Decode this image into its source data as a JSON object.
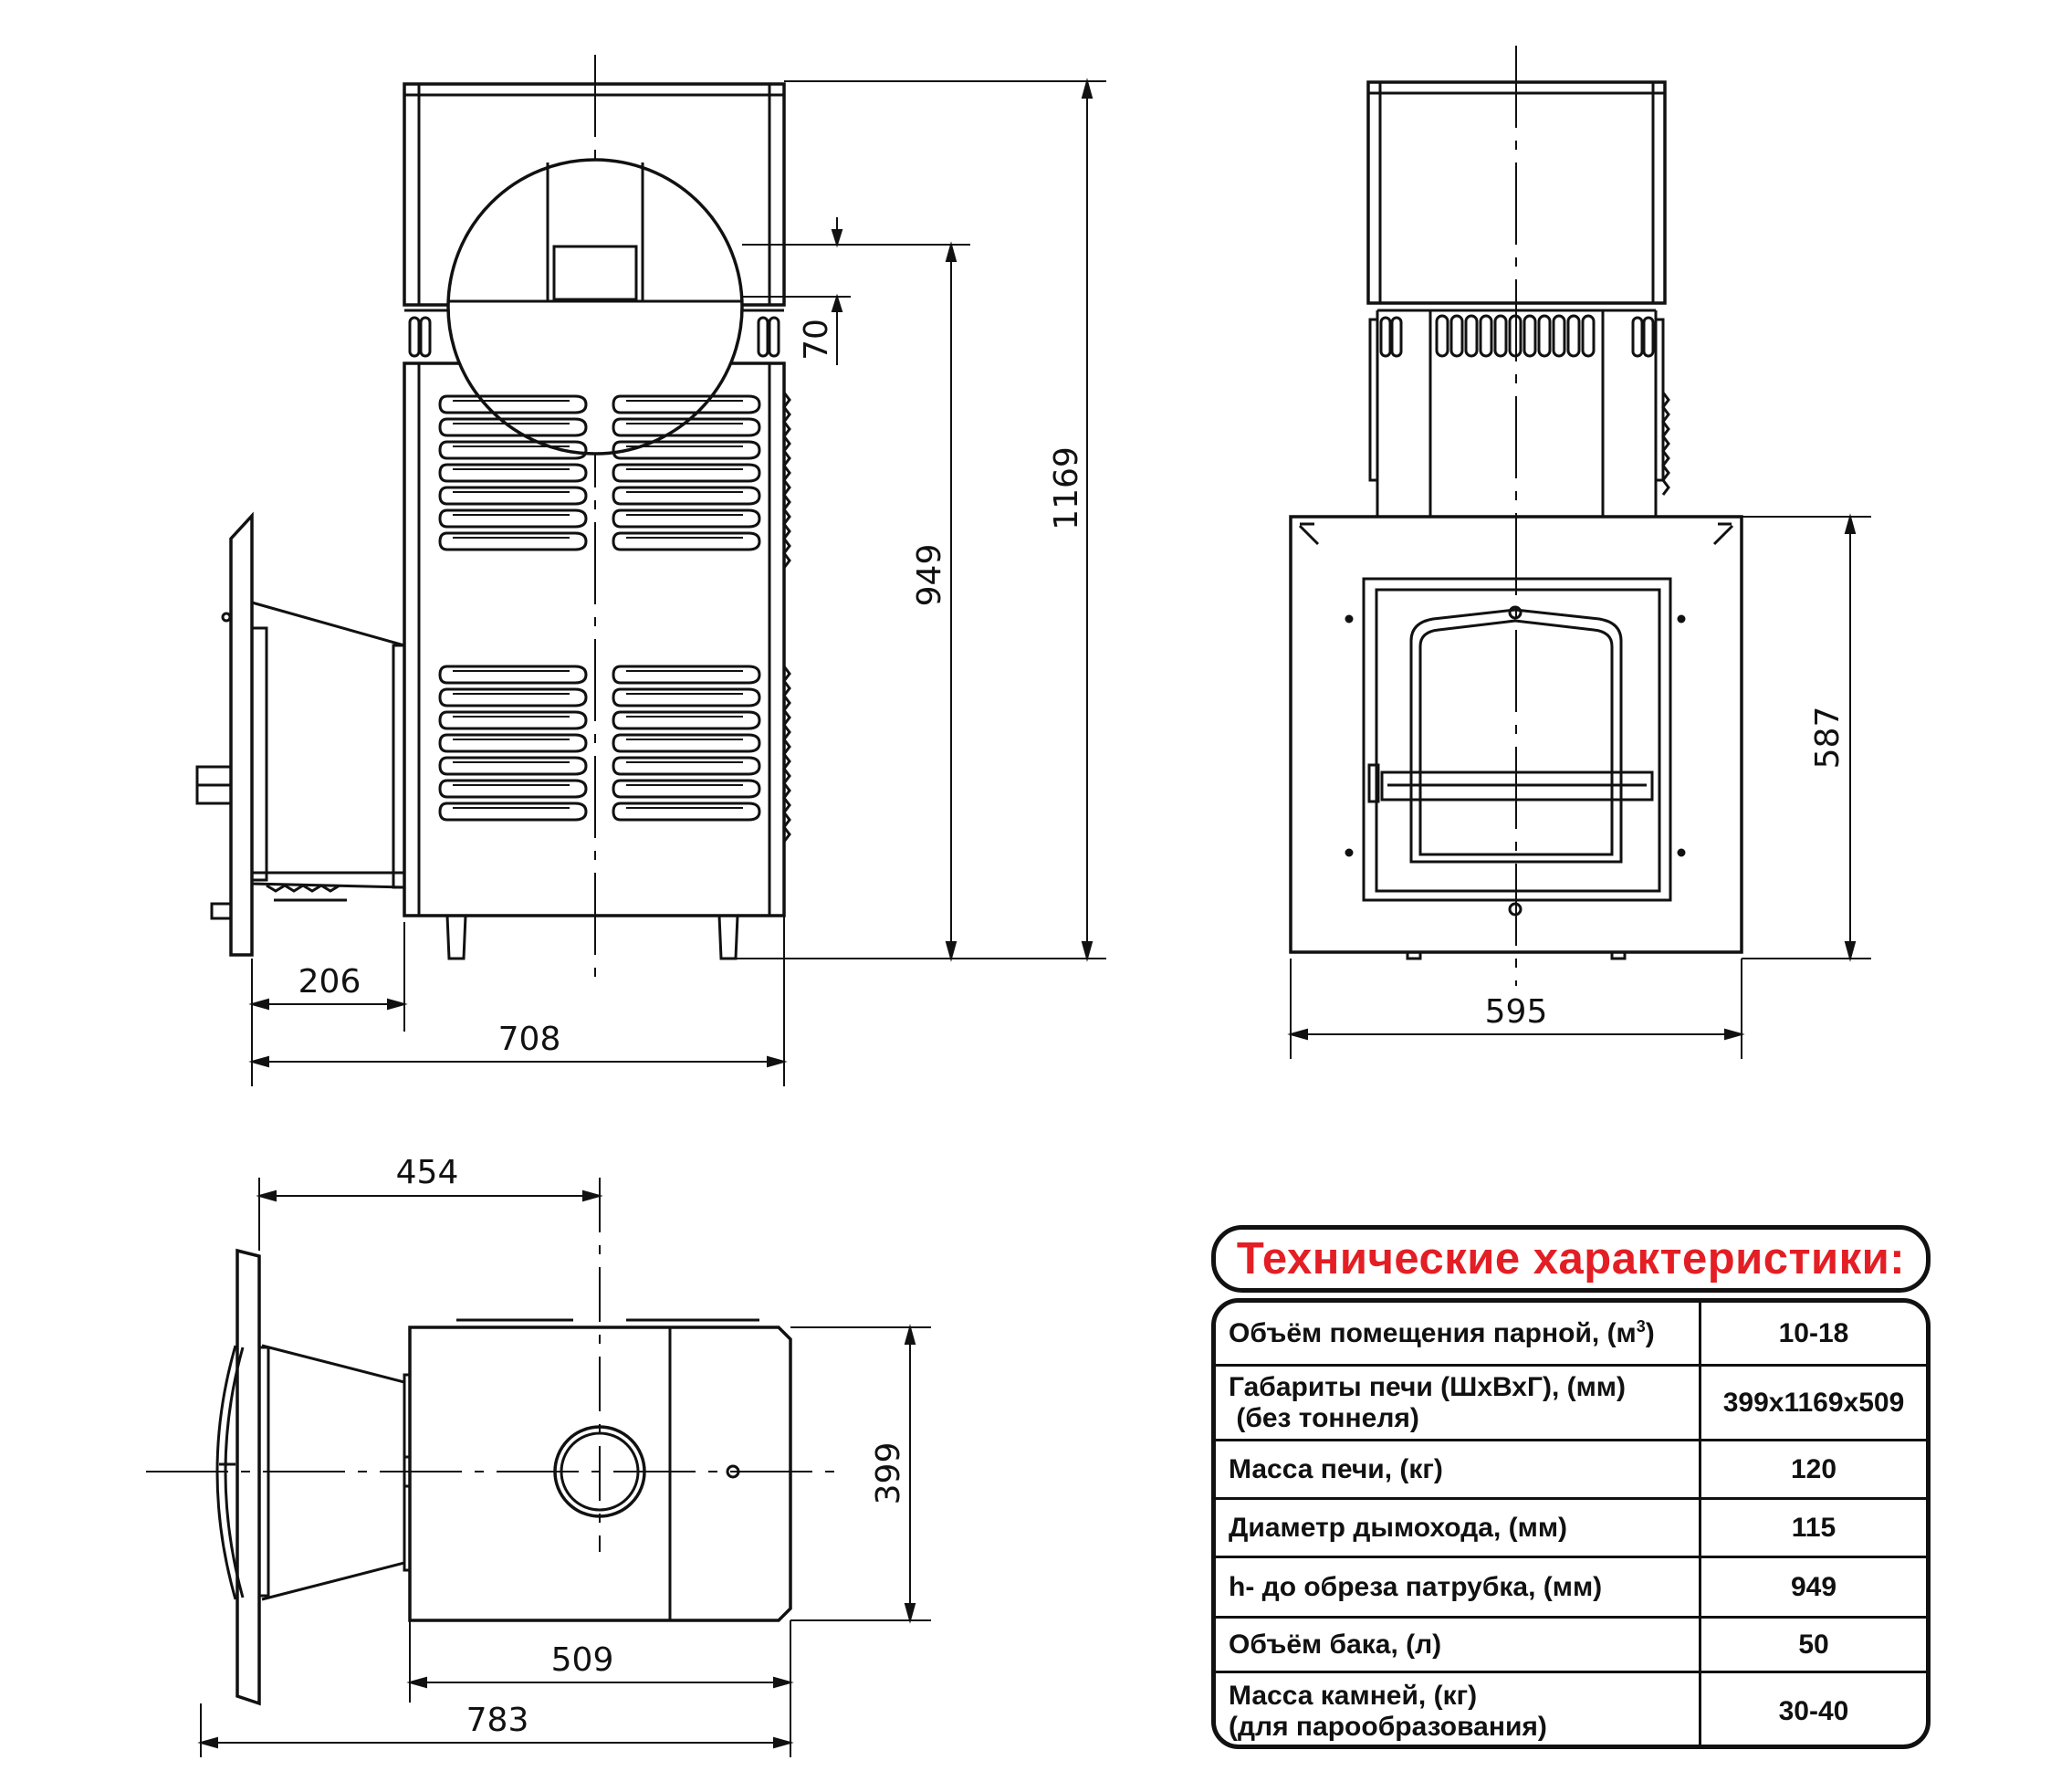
{
  "dimensions": {
    "side_tunnel": "206",
    "side_total_width": "708",
    "side_pipe_height": "949",
    "side_total_height": "1169",
    "side_pipe_offset": "70",
    "front_width": "595",
    "front_panel_height": "587",
    "top_axis_offset": "454",
    "top_depth": "509",
    "top_total_length": "783",
    "top_width": "399"
  },
  "specs": {
    "title": "Технические характеристики:",
    "rows": [
      {
        "label": "Объём помещения парной, (м",
        "label_sup": "3",
        "label_tail": ")",
        "label2": "",
        "value": "10-18"
      },
      {
        "label": "Габариты печи (ШхВхГ), (мм)",
        "label_sup": "",
        "label_tail": "",
        "label2": " (без тоннеля)",
        "value": "399x1169x509"
      },
      {
        "label": "Масса печи, (кг)",
        "label_sup": "",
        "label_tail": "",
        "label2": "",
        "value": "120"
      },
      {
        "label": "Диаметр дымохода, (мм)",
        "label_sup": "",
        "label_tail": "",
        "label2": "",
        "value": "115"
      },
      {
        "label": "h- до обреза патрубка, (мм)",
        "label_sup": "",
        "label_tail": "",
        "label2": "",
        "value": "949"
      },
      {
        "label": "Объём бака, (л)",
        "label_sup": "",
        "label_tail": "",
        "label2": "",
        "value": "50"
      },
      {
        "label": "Масса камней, (кг)",
        "label_sup": "",
        "label_tail": "",
        "label2": "(для парообразования)",
        "value": "30-40"
      }
    ]
  },
  "colors": {
    "title_red": "#e31e24",
    "line": "#111111"
  }
}
